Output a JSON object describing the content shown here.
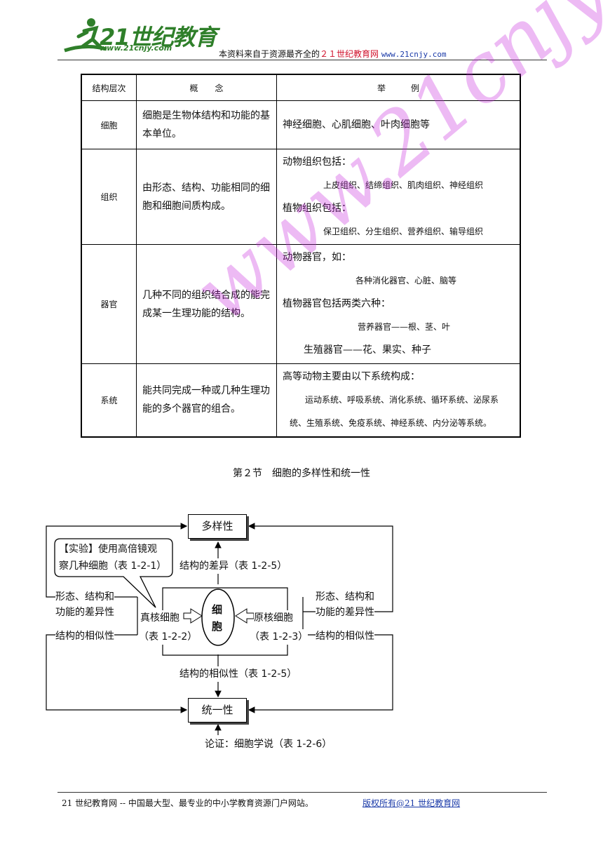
{
  "header": {
    "logo_text": "21世纪教育",
    "logo_url": "www.21cnjy.com",
    "note_prefix": "本资料来自于资源最齐全的",
    "note_red": "２１世纪教育网",
    "note_url": "www.21cnjy.com"
  },
  "table": {
    "headers": [
      "结构层次",
      "概　　念",
      "举　　　例"
    ],
    "rows": [
      {
        "level": "细胞",
        "concept": "细胞是生物体结构和功能的基本单位。",
        "example_lines": [
          "神经细胞、心肌细胞、叶肉细胞等"
        ]
      },
      {
        "level": "组织",
        "concept": "由形态、结构、功能相同的细胞和细胞间质构成。",
        "example_lines": [
          "动物组织包括：",
          "上皮组织、结缔组织、肌肉组织、神经组织",
          "植物组织包括：",
          "保卫组织、分生组织、营养组织、输导组织"
        ]
      },
      {
        "level": "器官",
        "concept": "几种不同的组织结合成的能完成某一生理功能的结构。",
        "example_lines": [
          "动物器官，如：",
          "各种消化器官、心脏、脑等",
          "植物器官包括两类六种：",
          "营养器官——根、茎、叶",
          "生殖器官——花、果实、种子"
        ]
      },
      {
        "level": "系统",
        "concept": "能共同完成一种或几种生理功能的多个器官的组合。",
        "example_lines": [
          "高等动物主要由以下系统构成：",
          "运动系统、呼吸系统、消化系统、循环系统、泌尿系",
          "统、生殖系统、免疫系统、神经系统、内分泌等系统。"
        ]
      }
    ]
  },
  "section_title": "第２节　细胞的多样性和统一性",
  "diagram": {
    "diversity": "多样性",
    "unity": "统一性",
    "callout_line1": "【实验】使用高倍镜观",
    "callout_line2": "察几种细胞（表 1-2-1）",
    "struct_diff": "结构的差异（表 1-2-5）",
    "struct_sim": "结构的相似性（表 1-2-5）",
    "center_line1": "细",
    "center_line2": "胞",
    "eukaryote_line1": "真核细胞",
    "eukaryote_line2": "（表 1-2-2）",
    "prokaryote_line1": "原核细胞",
    "prokaryote_line2": "（表 1-2-3）",
    "left_diff_line1": "形态、结构和",
    "left_diff_line2": "功能的差异性",
    "left_sim": "结构的相似性",
    "right_diff_line1": "形态、结构和",
    "right_diff_line2": "功能的差异性",
    "right_sim": "结构的相似性",
    "proof": "论证：细胞学说（表 1-2-6）"
  },
  "watermark": "www.21cnjy.com",
  "footer": {
    "text": "21 世纪教育网 -- 中国最大型、最专业的中小学教育资源门户网站。",
    "link": "版权所有@21 世纪教育网"
  }
}
